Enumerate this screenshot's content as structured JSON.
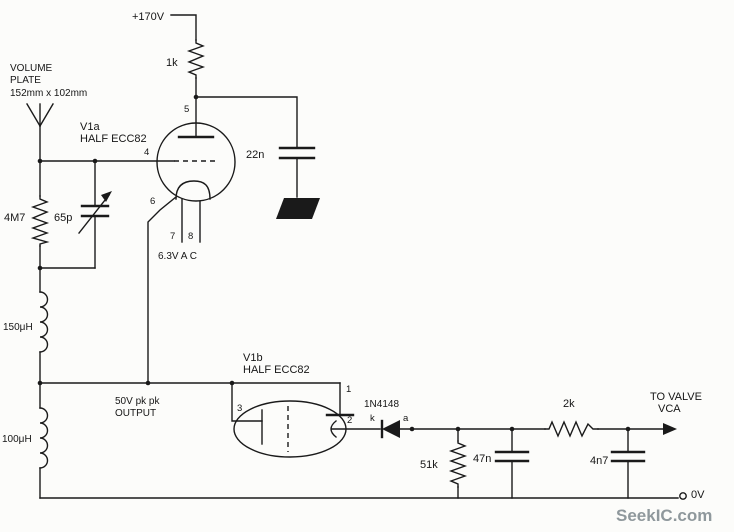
{
  "labels": {
    "supply": "+170V",
    "anode_resistor": "1k",
    "antenna_line1": "VOLUME",
    "antenna_line2": "PLATE",
    "antenna_line3": "152mm x 102mm",
    "v1a_name": "V1a",
    "v1a_type": "HALF ECC82",
    "pin5": "5",
    "pin4": "4",
    "pin6": "6",
    "pin7": "7",
    "pin8": "8",
    "heater": "6.3V A C",
    "coupling_cap": "22n",
    "grid_resistor": "4M7",
    "trim_cap": "65p",
    "inductor_upper": "150μH",
    "inductor_lower": "100μH",
    "output_line1": "50V pk pk",
    "output_line2": "OUTPUT",
    "v1b_name": "V1b",
    "v1b_type": "HALF ECC82",
    "pin3": "3",
    "pin1": "1",
    "pin2": "2",
    "diode": "1N4148",
    "diode_k": "k",
    "diode_a": "a",
    "load_resistor": "51k",
    "filter_cap1": "47n",
    "series_resistor": "2k",
    "filter_cap2": "4n7",
    "dest_line1": "TO VALVE",
    "dest_line2": "VCA",
    "ground_ref": "0V",
    "watermark": "SeekIC.com"
  },
  "colors": {
    "ink": "#1a1a1a",
    "paper": "#fcfcfa",
    "watermark": "#8f989c"
  }
}
